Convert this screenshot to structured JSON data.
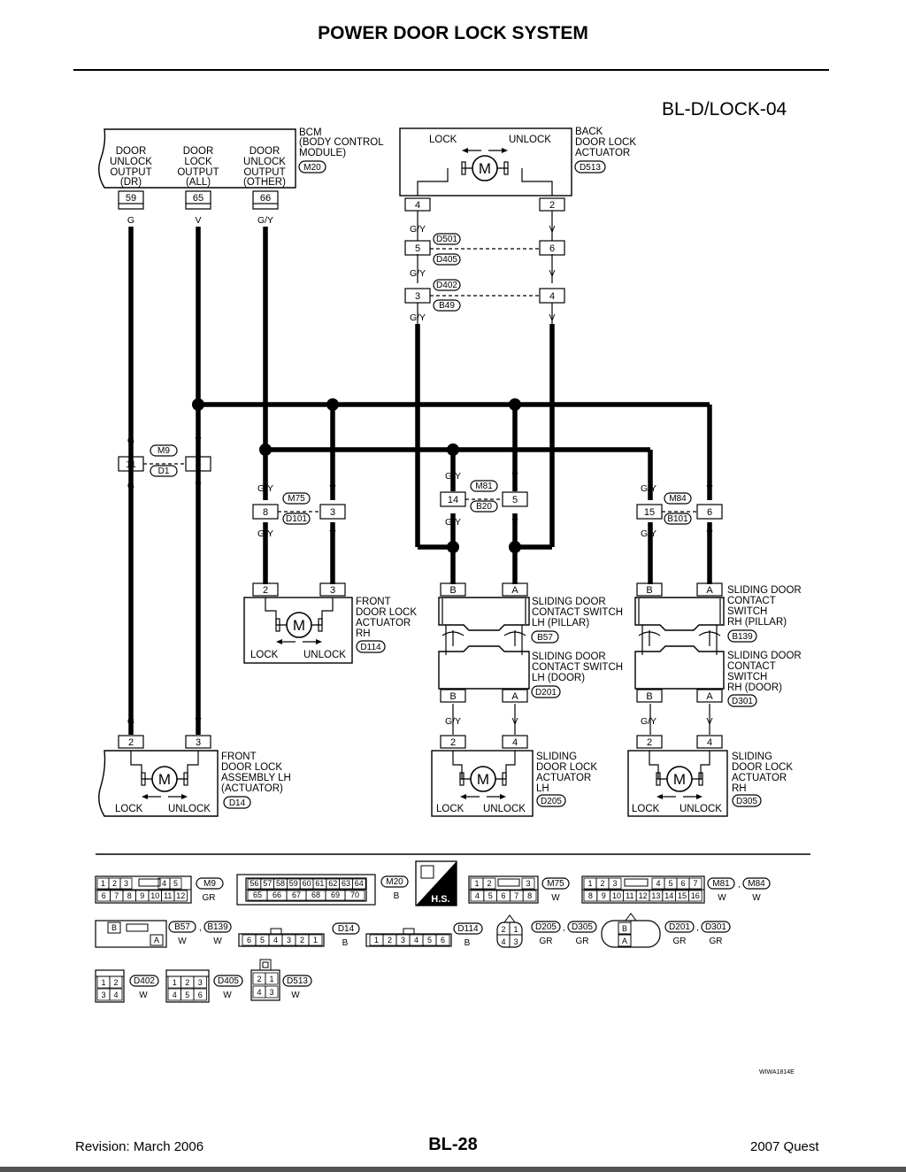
{
  "page": {
    "title": "POWER DOOR LOCK SYSTEM",
    "diagram_code": "BL-D/LOCK-04",
    "figure_code": "WIWA1814E"
  },
  "footer": {
    "revision": "Revision: March 2006",
    "page_number": "BL-28",
    "model": "2007 Quest"
  },
  "colors": {
    "ink": "#000000",
    "background": "#ffffff"
  },
  "labels": {
    "bcm": "BCM",
    "bcm_full1": "(BODY CONTROL",
    "bcm_full2": "MODULE)",
    "door": "DOOR",
    "unlock": "UNLOCK",
    "lock": "LOCK",
    "output": "OUTPUT",
    "dr": "(DR)",
    "all": "(ALL)",
    "other": "(OTHER)",
    "lock_word": "LOCK",
    "unlock_word": "UNLOCK",
    "motor": "M",
    "back1": "BACK",
    "back2": "DOOR LOCK",
    "back3": "ACTUATOR",
    "frh1": "FRONT",
    "frh2": "DOOR LOCK",
    "frh3": "ACTUATOR",
    "frh4": "RH",
    "flh1": "FRONT",
    "flh2": "DOOR LOCK",
    "flh3": "ASSEMBLY LH",
    "flh4": "(ACTUATOR)",
    "csl1": "SLIDING DOOR",
    "csl2": "CONTACT SWITCH",
    "csl3": "LH (PILLAR)",
    "csd1": "SLIDING DOOR",
    "csd2": "CONTACT SWITCH",
    "csd3": "LH (DOOR)",
    "crp1": "SLIDING DOOR",
    "crp2": "CONTACT",
    "crp3": "SWITCH",
    "crp4": "RH (PILLAR)",
    "crd1": "SLIDING DOOR",
    "crd2": "CONTACT",
    "crd3": "SWITCH",
    "crd4": "RH (DOOR)",
    "sal1": "SLIDING",
    "sal2": "DOOR LOCK",
    "sal3": "ACTUATOR",
    "sal4": "LH",
    "sar1": "SLIDING",
    "sar2": "DOOR LOCK",
    "sar3": "ACTUATOR",
    "sar4": "RH",
    "hs": "H.S."
  },
  "connectors": {
    "M20": "M20",
    "D513": "D513",
    "D501": "D501",
    "D405": "D405",
    "D402": "D402",
    "B49": "B49",
    "M9": "M9",
    "D1": "D1",
    "M75": "M75",
    "D101": "D101",
    "M81": "M81",
    "B20": "B20",
    "M84": "M84",
    "B101": "B101",
    "D114": "D114",
    "B57": "B57",
    "B139": "B139",
    "D201": "D201",
    "D301": "D301",
    "D14": "D14",
    "D205": "D205",
    "D305": "D305"
  },
  "pins": {
    "p59": "59",
    "p65": "65",
    "p66": "66",
    "p4": "4",
    "p2": "2",
    "p5": "5",
    "p6": "6",
    "p3": "3",
    "p11": "11",
    "p8": "8",
    "p14": "14",
    "p15": "15",
    "pA": "A",
    "pB": "B"
  },
  "wires": {
    "G": "G",
    "V": "V",
    "GY": "G/Y"
  },
  "legend": {
    "m9_colors": "GR",
    "m20_colors": "B",
    "m75_colors": "W",
    "m81_colors": "W",
    "m84_colors": "W",
    "b57_colors": "W",
    "b139_colors": "W",
    "d14_colors": "B",
    "d114_colors": "B",
    "d205_colors": "GR",
    "d305_colors": "GR",
    "d201_colors": "GR",
    "d301_colors": "GR",
    "d402_colors": "W",
    "d405_colors": "W",
    "d513_colors": "W",
    "m9_row1": [
      "1",
      "2",
      "3",
      "4",
      "5"
    ],
    "m9_row2": [
      "6",
      "7",
      "8",
      "9",
      "10",
      "11",
      "12"
    ],
    "m20_row1": [
      "56",
      "57",
      "58",
      "59",
      "60",
      "61",
      "62",
      "63",
      "64"
    ],
    "m20_row2": [
      "65",
      "66",
      "67",
      "68",
      "69",
      "70"
    ],
    "m75_row1": [
      "1",
      "2",
      "3"
    ],
    "m75_row2": [
      "4",
      "5",
      "6",
      "7",
      "8"
    ],
    "m81_row1": [
      "1",
      "2",
      "3",
      "4",
      "5",
      "6",
      "7"
    ],
    "m81_row2": [
      "8",
      "9",
      "10",
      "11",
      "12",
      "13",
      "14",
      "15",
      "16"
    ],
    "d14_row": [
      "6",
      "5",
      "4",
      "3",
      "2",
      "1"
    ],
    "d114_row": [
      "1",
      "2",
      "3",
      "4",
      "5",
      "6"
    ],
    "d205_pins": [
      "2",
      "1",
      "4",
      "3"
    ],
    "d402_row1": [
      "1",
      "2"
    ],
    "d402_row2": [
      "3",
      "4"
    ],
    "d405_row1": [
      "1",
      "2",
      "3"
    ],
    "d405_row2": [
      "4",
      "5",
      "6"
    ],
    "d513_row1": [
      "2",
      "1"
    ],
    "d513_row2": [
      "4",
      "3"
    ],
    "b57_pins": [
      "B",
      "A"
    ],
    "d201_pins": [
      "B",
      "A"
    ],
    "comma": ","
  }
}
